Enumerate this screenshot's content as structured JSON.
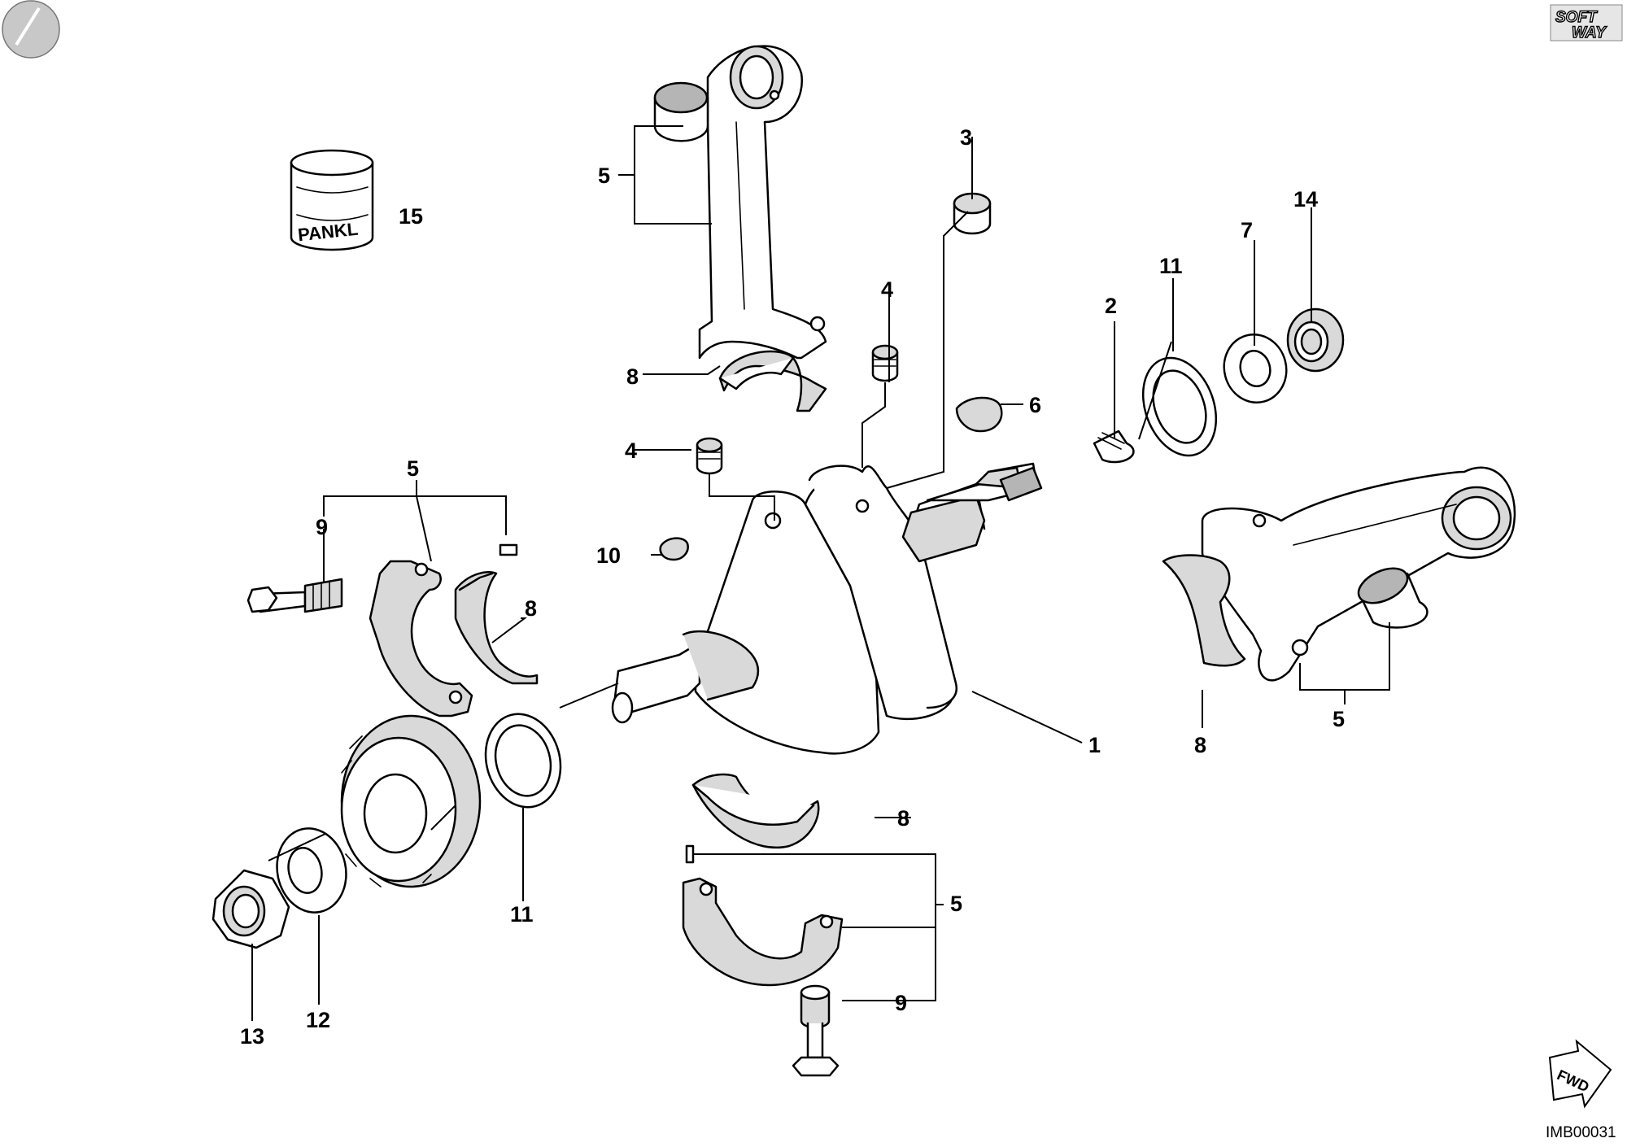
{
  "brand": {
    "logo_line1": "SOFT",
    "logo_line2": "WAY",
    "corner_mark": "bmw-roundel-icon"
  },
  "part_labels": {
    "p1": "1",
    "p2": "2",
    "p3": "3",
    "p4": "4",
    "p5": "5",
    "p6": "6",
    "p7": "7",
    "p8": "8",
    "p9": "9",
    "p10": "10",
    "p11": "11",
    "p12": "12",
    "p13": "13",
    "p14": "14",
    "p15": "15"
  },
  "cylinder_text": "PANKL",
  "fwd_arrow_text": "FWD",
  "image_code": "IMB00031",
  "colors": {
    "line": "#000000",
    "background": "#ffffff",
    "shade": "#d9d9d9"
  }
}
